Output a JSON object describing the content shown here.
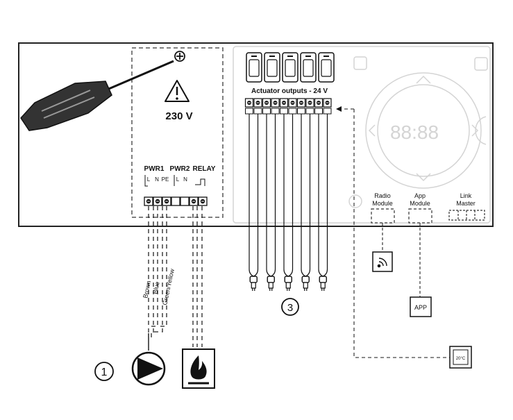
{
  "warning": {
    "voltage": "230 V"
  },
  "terminals": {
    "pwr1": "PWR1",
    "pwr2": "PWR2",
    "relay": "RELAY",
    "pwr1_pins": [
      "L",
      "N",
      "PE"
    ],
    "pwr2_pins": [
      "L",
      "N"
    ]
  },
  "actuators": {
    "title": "Actuator outputs - 24 V",
    "icon_labels": [
      "",
      "",
      "",
      "",
      ""
    ]
  },
  "display": {
    "digits": "88:88"
  },
  "modules": {
    "radio": [
      "Radio",
      "Module"
    ],
    "app": [
      "App",
      "Module"
    ],
    "link": [
      "Link",
      "Master"
    ]
  },
  "wires": [
    "Brown",
    "Blue",
    "Green/Yellow"
  ],
  "devices": {
    "app_box": "APP",
    "thermostat_label": "20°C"
  },
  "callouts": [
    "1",
    "3"
  ],
  "colors": {
    "line": "#1a1a1a",
    "faded": "#d4d4d4",
    "dashed": "#555555"
  }
}
